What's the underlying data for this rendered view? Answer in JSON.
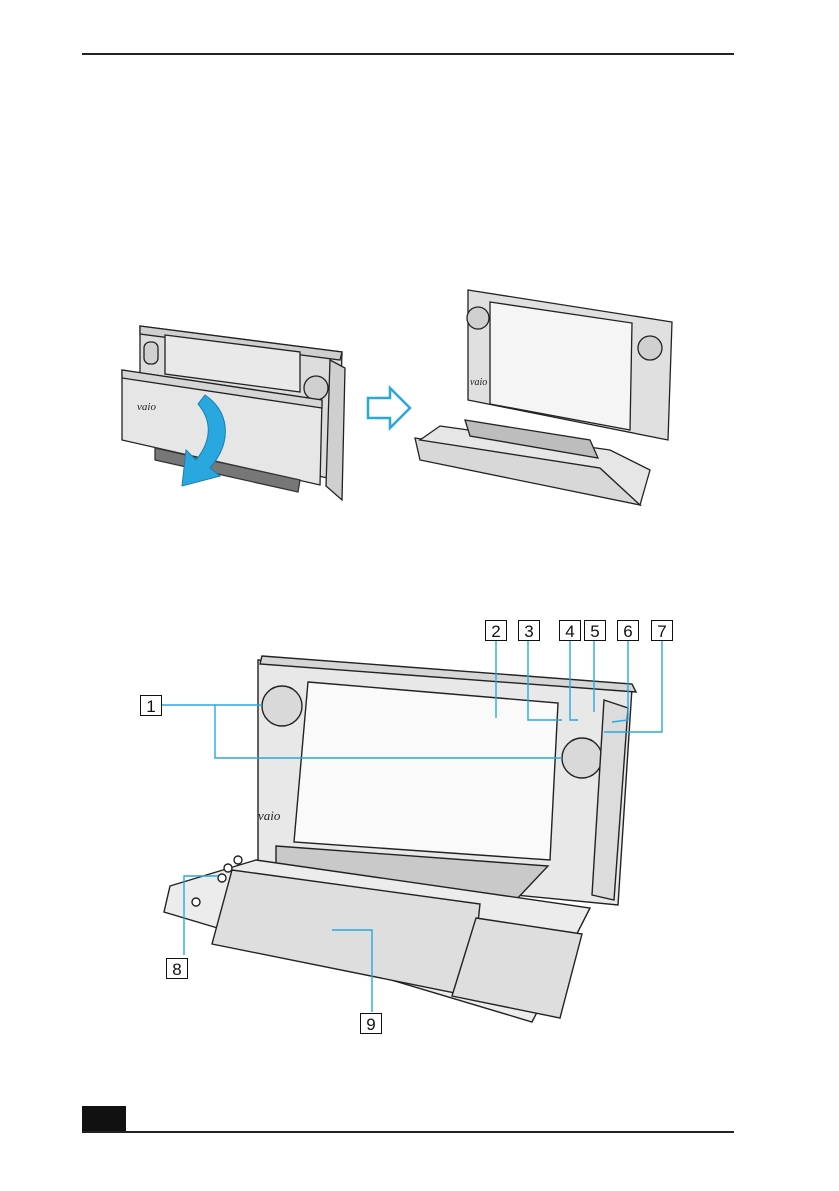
{
  "callouts": [
    {
      "id": "1",
      "label": "1"
    },
    {
      "id": "2",
      "label": "2"
    },
    {
      "id": "3",
      "label": "3"
    },
    {
      "id": "4",
      "label": "4"
    },
    {
      "id": "5",
      "label": "5"
    },
    {
      "id": "6",
      "label": "6"
    },
    {
      "id": "7",
      "label": "7"
    },
    {
      "id": "8",
      "label": "8"
    },
    {
      "id": "9",
      "label": "9"
    }
  ],
  "logo_text": "VAIO",
  "colors": {
    "arrow": "#29a8e0",
    "leader": "#29a8e0",
    "line": "#222222"
  }
}
